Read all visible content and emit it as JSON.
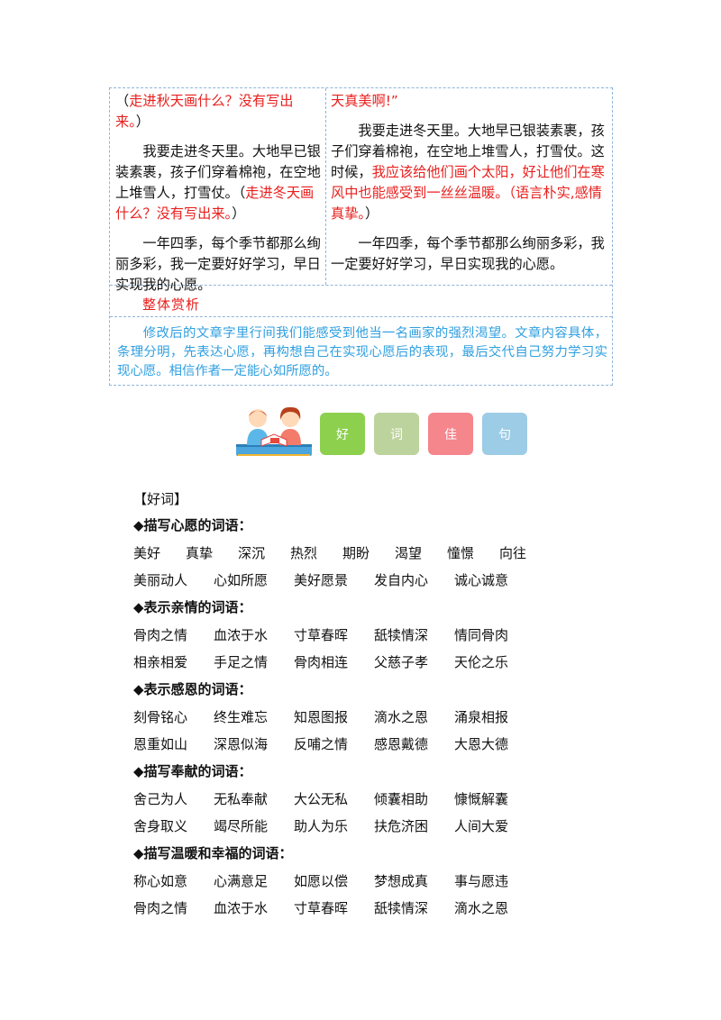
{
  "left_column": {
    "p1_open": "（",
    "p1_red": "走进秋天画什么？没有写出来。",
    "p1_close": "）",
    "p2_text": "我要走进冬天里。大地早已银装素裹，孩子们穿着棉袍，在空地上堆雪人，打雪仗。（",
    "p2_red": "走进冬天画什么？没有写出来。",
    "p2_close": "）",
    "p3_text": "一年四季，每个季节都那么绚丽多彩，我一定要好好学习，早日实现我的心愿。"
  },
  "right_column": {
    "p1_red": "天真美啊!”",
    "p2_text": "我要走进冬天里。大地早已银装素裹，孩子们穿着棉袍，在空地上堆雪人，打雪仗。这时候，",
    "p2_red": "我应该给他们画个太阳，好让他们在寒风中也能感受到一丝丝温暖。（语言朴实,感情真挚。",
    "p2_close": "）",
    "p3_text": "一年四季，每个季节都那么绚丽多彩，我一定要好好学习，早日实现我的心愿。"
  },
  "appraisal": {
    "title": "整体赏析",
    "text": "修改后的文章字里行间我们能感受到他当一名画家的强烈渴望。文章内容具体，条理分明，先表达心愿，再构想自己在实现心愿后的表现，最后交代自己努力学习实现心愿。相信作者一定能心如所愿的。"
  },
  "banner": {
    "tags": [
      "好",
      "词",
      "佳",
      "句"
    ],
    "colors": [
      "#8dd04e",
      "#bdd39d",
      "#f4868c",
      "#9ccce6"
    ]
  },
  "good_words": {
    "heading": "【好词】",
    "categories": [
      {
        "title": "◆描写心愿的词语：",
        "rows": [
          [
            "美好",
            "真挚",
            "深沉",
            "热烈",
            "期盼",
            "渴望",
            "憧憬",
            "向往"
          ],
          [
            "美丽动人",
            "心如所愿",
            "美好愿景",
            "发自内心",
            "诚心诚意"
          ]
        ]
      },
      {
        "title": "◆表示亲情的词语：",
        "rows": [
          [
            "骨肉之情",
            "血浓于水",
            "寸草春晖",
            "舐犊情深",
            "情同骨肉"
          ],
          [
            "相亲相爱",
            "手足之情",
            "骨肉相连",
            "父慈子孝",
            "天伦之乐"
          ]
        ]
      },
      {
        "title": "◆表示感恩的词语：",
        "rows": [
          [
            "刻骨铭心",
            "终生难忘",
            "知恩图报",
            "滴水之恩",
            "涌泉相报"
          ],
          [
            "恩重如山",
            "深恩似海",
            "反哺之情",
            "感恩戴德",
            "大恩大德"
          ]
        ]
      },
      {
        "title": "◆描写奉献的词语：",
        "rows": [
          [
            "舍己为人",
            "无私奉献",
            "大公无私",
            "倾囊相助",
            "慷慨解囊"
          ],
          [
            "舍身取义",
            "竭尽所能",
            "助人为乐",
            "扶危济困",
            "人间大爱"
          ]
        ]
      },
      {
        "title": "◆描写温暖和幸福的词语：",
        "rows": [
          [
            "称心如意",
            "心满意足",
            "如愿以偿",
            "梦想成真",
            "事与愿违"
          ],
          [
            "骨肉之情",
            "血浓于水",
            "寸草春晖",
            "舐犊情深",
            "滴水之恩"
          ]
        ]
      }
    ]
  }
}
